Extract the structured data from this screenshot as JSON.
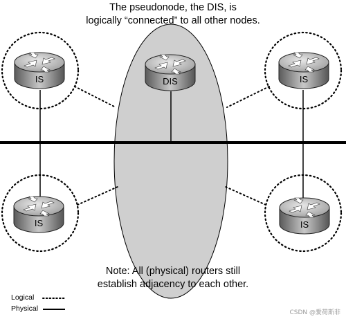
{
  "caption_top": {
    "line1": "The pseudonode, the DIS, is",
    "line2": "logically “connected” to all other nodes."
  },
  "caption_bottom": {
    "line1": "Note: All (physical) routers still",
    "line2": "establish adjacency to each other."
  },
  "routers": {
    "top_left": "IS",
    "center": "DIS",
    "top_right": "IS",
    "bottom_left": "IS",
    "bottom_right": "IS"
  },
  "legend": {
    "logical": "Logical",
    "physical": "Physical"
  },
  "watermark": "CSDN @爱荷斯非"
}
